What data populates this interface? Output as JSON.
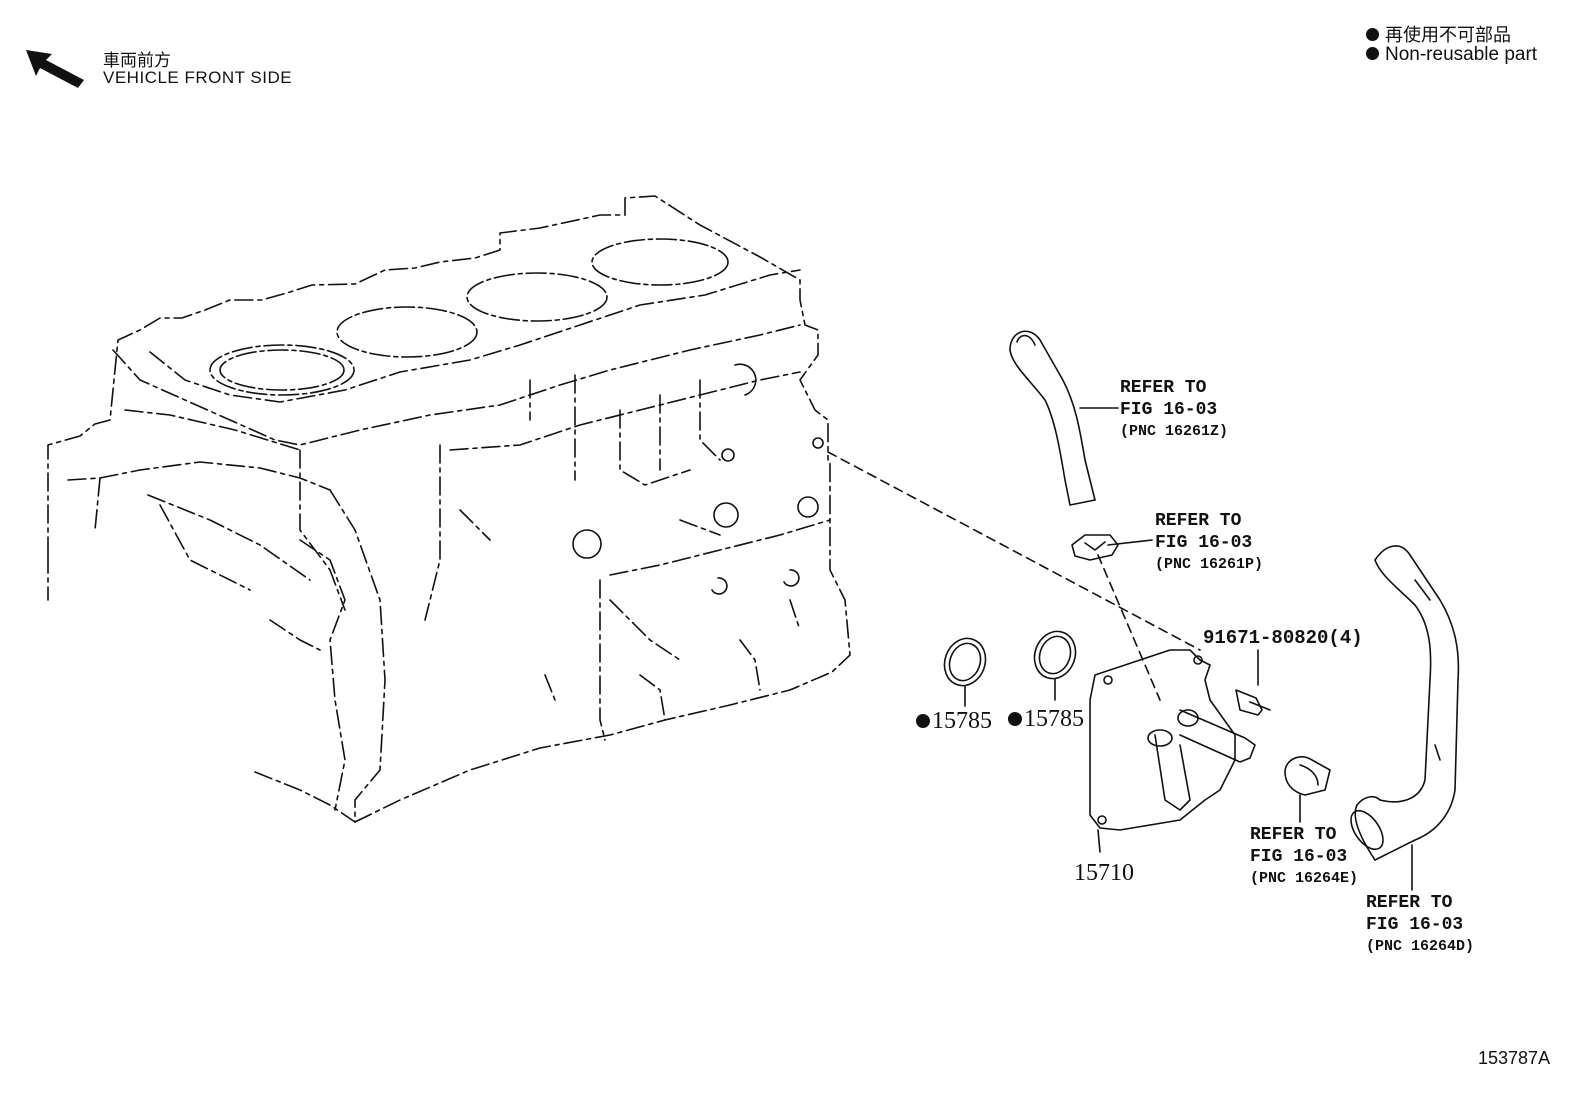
{
  "orientation": {
    "label_jp": "車両前方",
    "label_en": "VEHICLE FRONT SIDE",
    "icon": "arrow-up-left-icon"
  },
  "legend": {
    "label_jp": "再使用不可部品",
    "label_en": "Non-reusable part",
    "marker": "filled-circle"
  },
  "callouts": {
    "hose_upper": {
      "line1": "REFER TO",
      "line2": "FIG 16-03",
      "line3": "(PNC 16261Z)"
    },
    "clamp_upper": {
      "line1": "REFER TO",
      "line2": "FIG 16-03",
      "line3": "(PNC 16261P)"
    },
    "clamp_lower": {
      "line1": "REFER TO",
      "line2": "FIG 16-03",
      "line3": "(PNC 16264E)"
    },
    "hose_lower": {
      "line1": "REFER TO",
      "line2": "FIG 16-03",
      "line3": "(PNC 16264D)"
    }
  },
  "parts": {
    "oil_cooler": "15710",
    "gasket_1": "15785",
    "gasket_2": "15785",
    "bolt": "91671-80820(4)"
  },
  "figure_id": "153787A",
  "colors": {
    "line": "#111111",
    "background": "#ffffff"
  }
}
